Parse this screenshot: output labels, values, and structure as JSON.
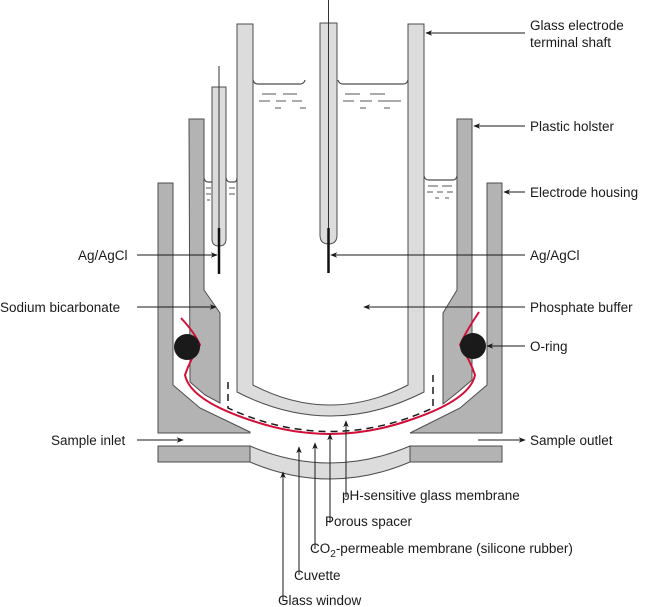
{
  "title": "Severinghaus pCO2 electrode cross-section",
  "colors": {
    "housing": "#b3b3b3",
    "glass": "#dcdcdc",
    "membrane": "#d0103a",
    "oring": "#1a1a1a",
    "text": "#1a1a1a"
  },
  "labels": {
    "glass_shaft_line1": "Glass electrode",
    "glass_shaft_line2": "terminal shaft",
    "plastic_holster": "Plastic holster",
    "electrode_housing": "Electrode housing",
    "agagcl_left": "Ag/AgCl",
    "agagcl_right": "Ag/AgCl",
    "sodium_bicarbonate": "Sodium bicarbonate",
    "phosphate_buffer": "Phosphate buffer",
    "o_ring": "O-ring",
    "sample_inlet": "Sample inlet",
    "sample_outlet": "Sample outlet",
    "ph_membrane": "pH-sensitive glass membrane",
    "porous_spacer": "Porous spacer",
    "co2_membrane_prefix": "CO",
    "co2_membrane_sub": "2",
    "co2_membrane_suffix": "-permeable membrane (silicone rubber)",
    "cuvette": "Cuvette",
    "glass_window": "Glass window"
  }
}
